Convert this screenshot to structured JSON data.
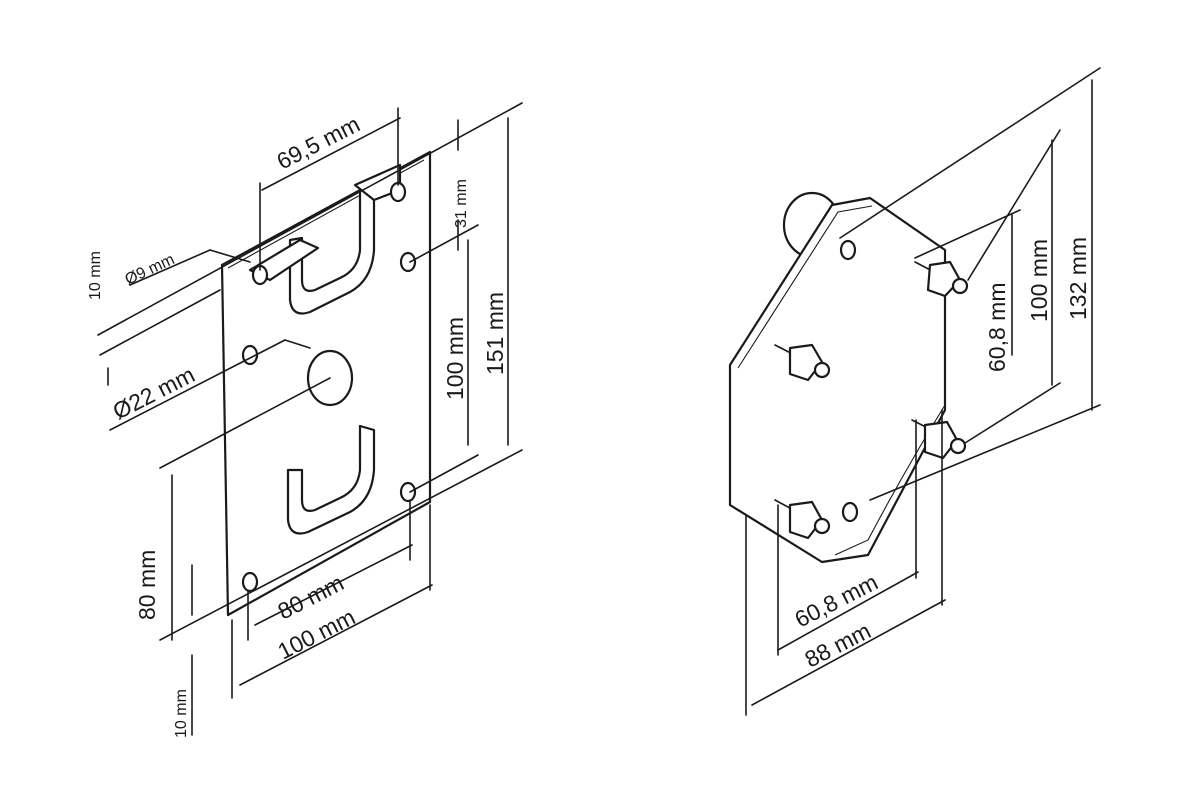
{
  "left_bracket": {
    "dim_width_top": "69,5 mm",
    "dim_hole_small": "Ø9 mm",
    "dim_top_offset": "10 mm",
    "dim_top_hole": "31 mm",
    "dim_hole_large": "Ø22 mm",
    "dim_hole_spacing_vertical": "100 mm",
    "dim_height": "151 mm",
    "dim_left_height": "80 mm",
    "dim_bottom_hole_spacing": "80 mm",
    "dim_bottom_width": "100 mm",
    "dim_bottom_offset": "10 mm"
  },
  "right_bracket": {
    "dim_bolt_spacing_vertical": "60,8 mm",
    "dim_height_inner": "100 mm",
    "dim_height": "132 mm",
    "dim_bolt_spacing_horizontal": "60,8 mm",
    "dim_width": "88 mm"
  }
}
